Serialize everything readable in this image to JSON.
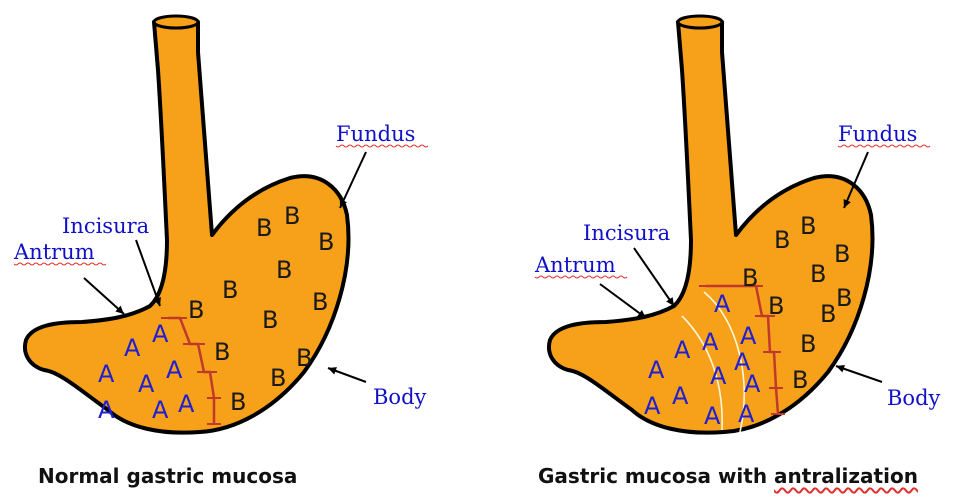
{
  "colors": {
    "stomach_fill": "#F7A11A",
    "outline": "#000000",
    "label_blue": "#1010C8",
    "letter_a": "#2020D0",
    "letter_b": "#1A1A1A",
    "boundary": "#C0392B",
    "wavy": "#E03030"
  },
  "left": {
    "caption": "Normal gastric mucosa",
    "labels": {
      "fundus": "Fundus",
      "incisura": "Incisura",
      "antrum": "Antrum",
      "body": "Body"
    },
    "letter_a": "A",
    "letter_b": "B"
  },
  "right": {
    "caption_prefix": "Gastric mucosa with ",
    "caption_term": "antralization",
    "labels": {
      "fundus": "Fundus",
      "incisura": "Incisura",
      "antrum": "Antrum",
      "body": "Body"
    },
    "letter_a": "A",
    "letter_b": "B"
  }
}
